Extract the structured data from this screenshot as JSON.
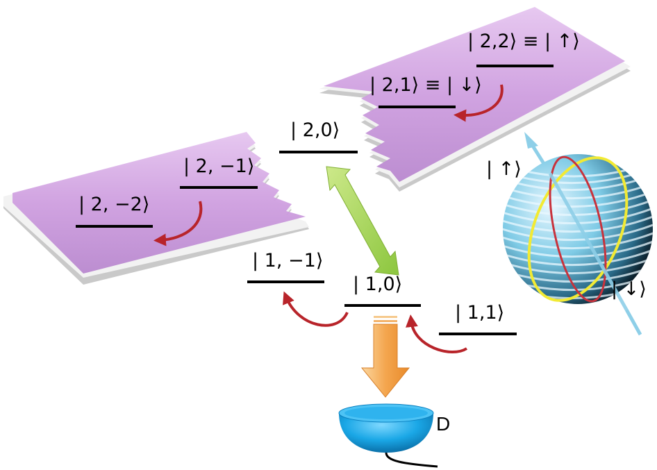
{
  "levels": {
    "l22": "| 2,2⟩ ≡ | ↑⟩",
    "l21": "| 2,1⟩ ≡ | ↓⟩",
    "l20": "| 2,0⟩",
    "l2m1": "| 2, −1⟩",
    "l2m2": "| 2, −2⟩",
    "l1m1": "| 1, −1⟩",
    "l10": "| 1,0⟩",
    "l11": "| 1,1⟩"
  },
  "bloch": {
    "up": "| ↑⟩",
    "down": "| ↓⟩"
  },
  "detector": {
    "label": "D"
  },
  "colors": {
    "plate": "#cf9fe0",
    "plate_edge": "#c4c4c4",
    "transition_arrow": "#a6d85a",
    "readout_arrow": "#f2a24a",
    "detector": "#1aa7e6",
    "curved_arrow": "#b8242a",
    "sphere": "#7fcbe6",
    "great_circle_yellow": "#f2ea33",
    "great_circle_red": "#c8323c",
    "spin_axis": "#8ecfe8"
  }
}
